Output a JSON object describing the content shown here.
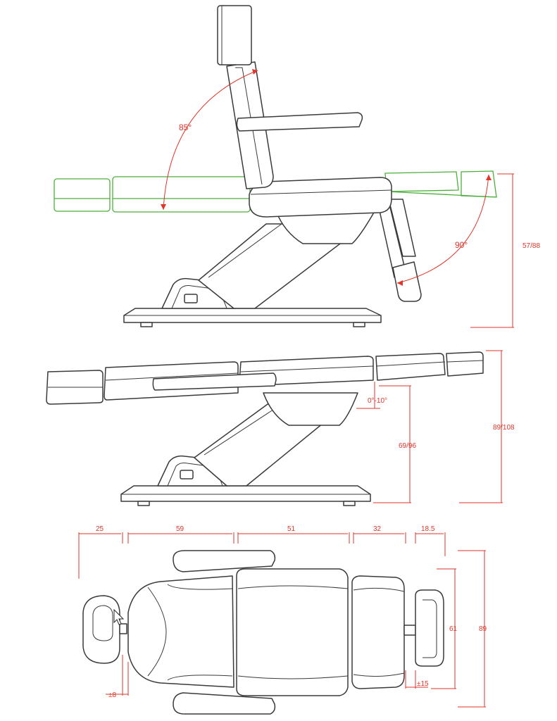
{
  "colors": {
    "dimension": "#e0362b",
    "recline_outline": "#4caf3c",
    "outline": "#3a3a3a"
  },
  "icons": {
    "cursor": "mouse-cursor-icon"
  },
  "side_view": {
    "back_angle": "85°",
    "leg_angle": "90°",
    "seat_height": "57/88"
  },
  "flat_view": {
    "tilt": "0°-10°",
    "bed_height": "69/96",
    "total_height": "89/108"
  },
  "top_view": {
    "head": "25",
    "back": "59",
    "seat": "51",
    "legs": "32",
    "foot": "18.5",
    "width_total": "89",
    "width_bed": "61",
    "head_offset": "±8",
    "foot_offset": "±15"
  }
}
